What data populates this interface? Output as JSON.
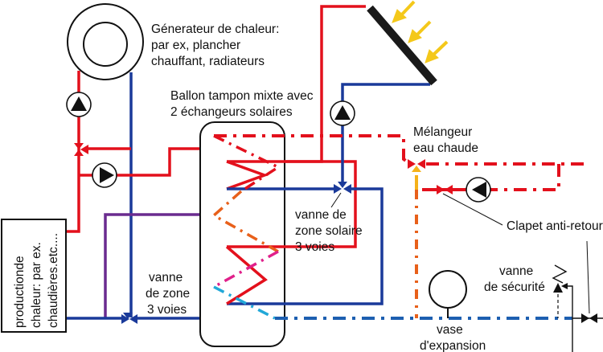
{
  "title": "Schéma hydraulique: ballon tampon mixte avec 2 échangeurs solaires",
  "colors": {
    "hot": "#e3101c",
    "cold": "#1a3a9a",
    "mixed": "#6a2b8f",
    "warm_orange": "#e8601a",
    "warm_yellow": "#f5b21a",
    "magenta": "#e0208a",
    "cyan": "#22a8d8",
    "sun": "#f4c81a",
    "panel": "#1a1a1a",
    "dashed_blue": "#1d5fb0"
  },
  "labels": {
    "generator": [
      "Génerateur de chaleur:",
      "par ex, plancher",
      "chauffant, radiateurs"
    ],
    "tank": [
      "Ballon tampon mixte avec",
      "2 échangeurs solaires"
    ],
    "mixer": [
      "Mélangeur",
      "eau chaude"
    ],
    "solar_valve": [
      "vanne de",
      "zone solaire",
      "3 voies"
    ],
    "check_valve": "Clapet anti-retour",
    "zone_valve": [
      "vanne",
      "de zone",
      "3 voies"
    ],
    "safety_valve": [
      "vanne",
      "de sécurité"
    ],
    "expansion": [
      "vase",
      "d'expansion"
    ],
    "boiler": [
      "productionde",
      "chaleur: par ex.",
      "chaudières.etc...."
    ]
  },
  "components": {
    "pumps": [
      "generator-pump",
      "boiler-loop-pump",
      "solar-pump",
      "dhw-recirc-pump"
    ],
    "valves": [
      "generator-3way-valve",
      "zone-3way-valve",
      "solar-3way-valve",
      "mixer-valve",
      "check-valve",
      "safety-valve",
      "inlet-valve"
    ],
    "sun_rays": 3
  }
}
